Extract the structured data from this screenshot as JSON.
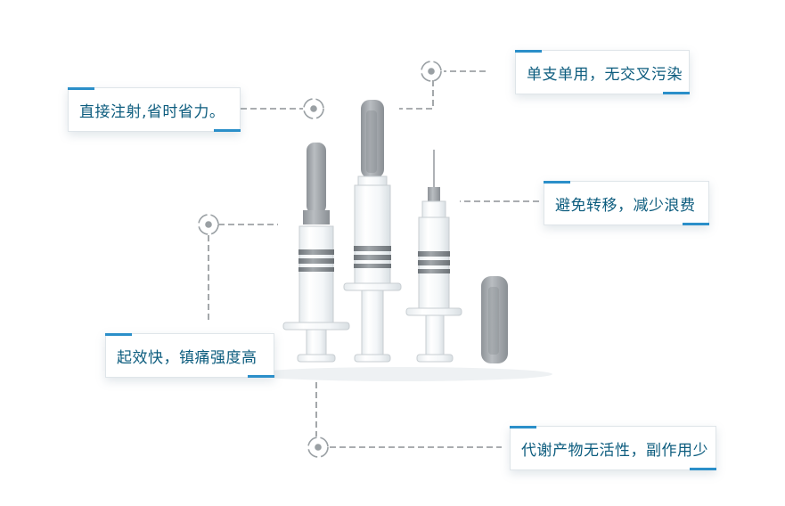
{
  "callouts": [
    "直接注射,省时省力。",
    "单支单用，无交叉污染",
    "避免转移，减少浪费",
    "起效快，镇痛强度高",
    "代谢产物无活性，副作用少"
  ],
  "colors": {
    "text": "#0c5c7e",
    "accent": "#2b8fc9",
    "line": "#8d9296",
    "cap": "#a8acb0"
  }
}
